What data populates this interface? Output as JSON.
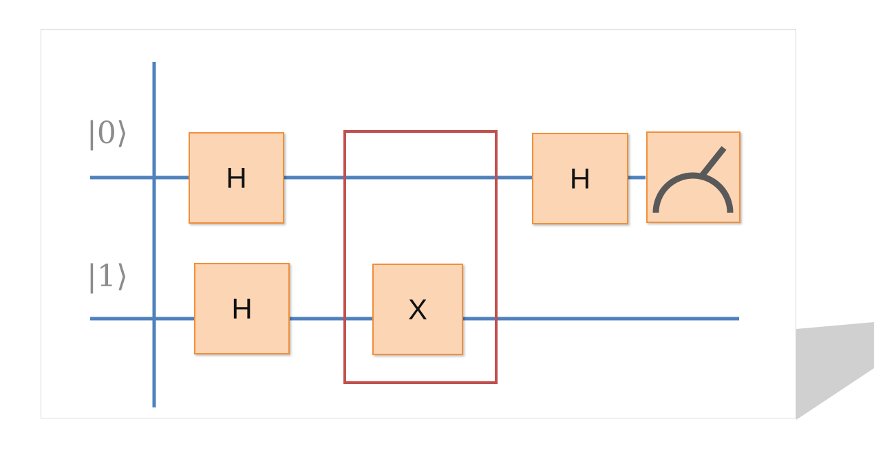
{
  "circuit": {
    "qubits": [
      {
        "ket_label": "|0⟩"
      },
      {
        "ket_label": "|1⟩"
      }
    ],
    "gates": {
      "q0_h1": "H",
      "q1_h1": "H",
      "q1_x": "X",
      "q0_h2": "H"
    },
    "measurement": {
      "icon": "meter-icon"
    },
    "colors": {
      "wire": "#4f81bd",
      "gate_fill": "#fcd5b4",
      "gate_border": "#f18f3b",
      "highlight_border": "#c0504d",
      "meter_stroke": "#595959"
    }
  }
}
